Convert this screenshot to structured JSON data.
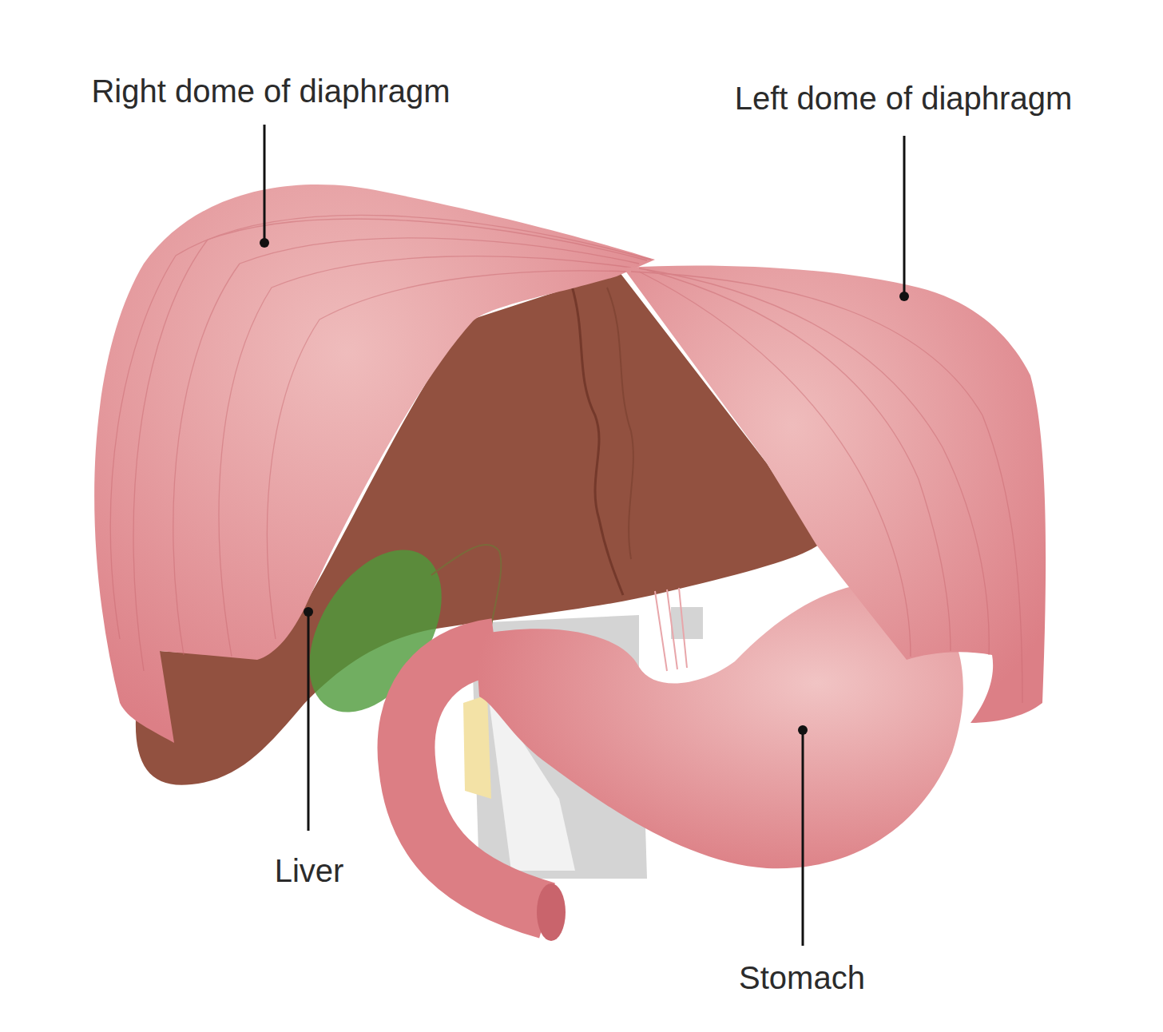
{
  "diagram": {
    "labels": [
      "Right dome of diaphragm",
      "Left dome of diaphragm",
      "Liver",
      "Stomach"
    ]
  }
}
